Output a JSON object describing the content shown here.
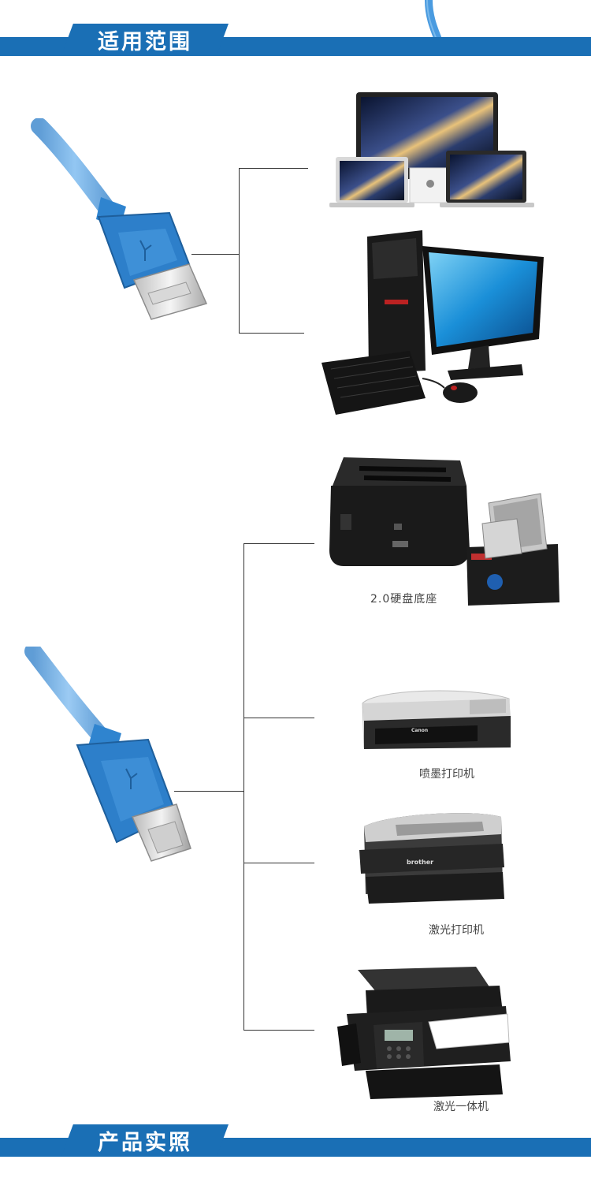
{
  "sections": [
    {
      "title": "适用范围"
    },
    {
      "title": "产品实照"
    }
  ],
  "devices": [
    {
      "id": "apple",
      "label": ""
    },
    {
      "id": "desktop",
      "label": ""
    },
    {
      "id": "hdd-dock",
      "label": "2.0硬盘底座"
    },
    {
      "id": "inkjet",
      "label": "喷墨打印机"
    },
    {
      "id": "laser",
      "label": "激光打印机"
    },
    {
      "id": "mfp",
      "label": "激光一体机"
    }
  ],
  "brands": {
    "inkjet": "Canon",
    "laser": "brother"
  },
  "colors": {
    "banner": "#1a6fb5",
    "cable": "#3a8fd6",
    "line": "#333333"
  }
}
